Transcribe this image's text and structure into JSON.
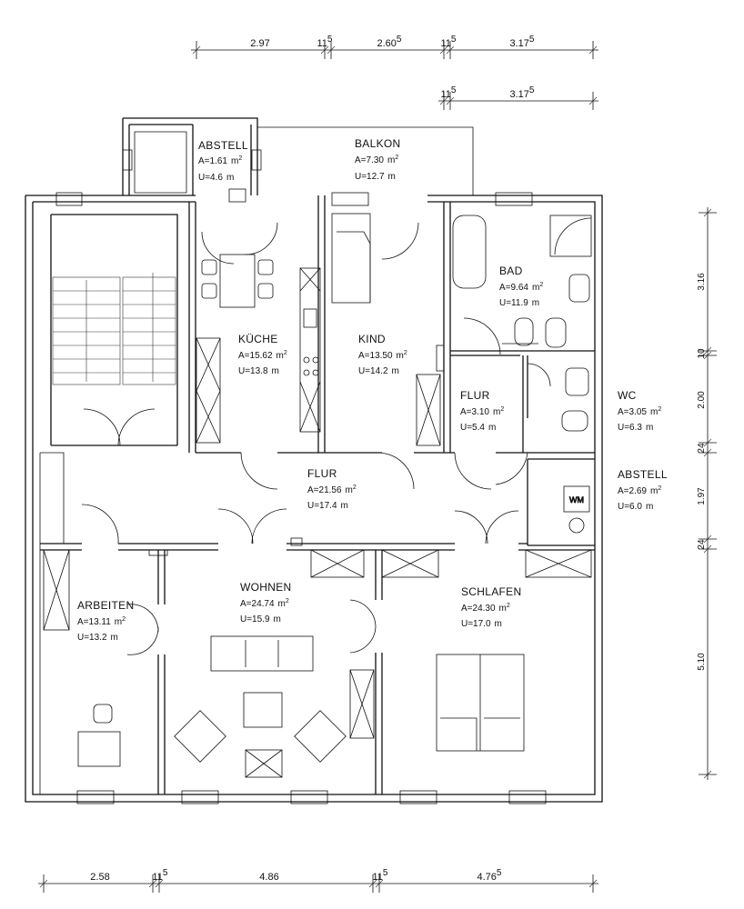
{
  "rooms": [
    {
      "id": "abstell1",
      "name": "ABSTELL",
      "area": "A=1.61",
      "area_unit": "m",
      "perim": "U=4.6",
      "perim_unit": "m"
    },
    {
      "id": "balkon",
      "name": "BALKON",
      "area": "A=7.30",
      "area_unit": "m",
      "perim": "U=12.7",
      "perim_unit": "m"
    },
    {
      "id": "kueche",
      "name": "KÜCHE",
      "area": "A=15.62",
      "area_unit": "m",
      "perim": "U=13.8",
      "perim_unit": "m"
    },
    {
      "id": "kind",
      "name": "KIND",
      "area": "A=13.50",
      "area_unit": "m",
      "perim": "U=14.2",
      "perim_unit": "m"
    },
    {
      "id": "bad",
      "name": "BAD",
      "area": "A=9.64",
      "area_unit": "m",
      "perim": "U=11.9",
      "perim_unit": "m"
    },
    {
      "id": "flur_small",
      "name": "FLUR",
      "area": "A=3.10",
      "area_unit": "m",
      "perim": "U=5.4",
      "perim_unit": "m"
    },
    {
      "id": "wc",
      "name": "WC",
      "area": "A=3.05",
      "area_unit": "m",
      "perim": "U=6.3",
      "perim_unit": "m"
    },
    {
      "id": "flur",
      "name": "FLUR",
      "area": "A=21.56",
      "area_unit": "m",
      "perim": "U=17.4",
      "perim_unit": "m"
    },
    {
      "id": "abstell2",
      "name": "ABSTELL",
      "area": "A=2.69",
      "area_unit": "m",
      "perim": "U=6.0",
      "perim_unit": "m"
    },
    {
      "id": "arbeiten",
      "name": "ARBEITEN",
      "area": "A=13.11",
      "area_unit": "m",
      "perim": "U=13.2",
      "perim_unit": "m"
    },
    {
      "id": "wohnen",
      "name": "WOHNEN",
      "area": "A=24.74",
      "area_unit": "m",
      "perim": "U=15.9",
      "perim_unit": "m"
    },
    {
      "id": "schlafen",
      "name": "SCHLAFEN",
      "area": "A=24.30",
      "area_unit": "m",
      "perim": "U=17.0",
      "perim_unit": "m"
    }
  ],
  "area_sup": "2",
  "wm_label": "WM",
  "dims_top": {
    "row1": [
      {
        "main": "2.97",
        "sup": ""
      },
      {
        "main": "11",
        "sup": "5"
      },
      {
        "main": "2.60",
        "sup": "5"
      },
      {
        "main": "11",
        "sup": "5"
      },
      {
        "main": "3.17",
        "sup": "5"
      }
    ],
    "row2": [
      {
        "main": "11",
        "sup": "5"
      },
      {
        "main": "3.17",
        "sup": "5"
      }
    ]
  },
  "dims_bottom": [
    {
      "main": "2.58",
      "sup": ""
    },
    {
      "main": "11",
      "sup": "5"
    },
    {
      "main": "4.86",
      "sup": ""
    },
    {
      "main": "11",
      "sup": "5"
    },
    {
      "main": "4.76",
      "sup": "5"
    }
  ],
  "dims_right": [
    "3.16",
    "10",
    "2.00",
    "24",
    "1.97",
    "24",
    "5.10"
  ]
}
